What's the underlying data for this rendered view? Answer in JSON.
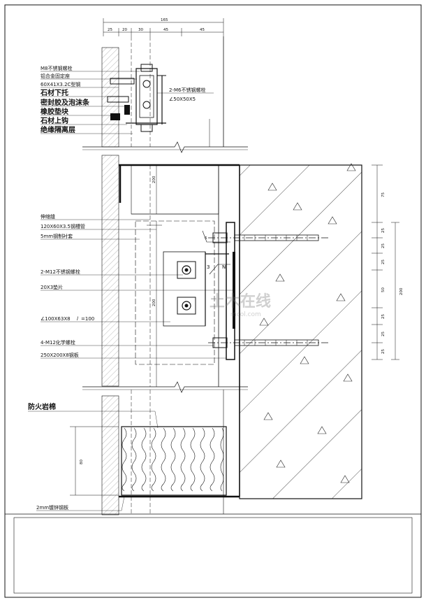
{
  "drawing": {
    "top_dims": {
      "total": "165",
      "segments": [
        "25",
        "20",
        "30",
        "45",
        "45"
      ]
    },
    "upper_labels": [
      {
        "text": "M8不锈钢螺栓",
        "bold": false
      },
      {
        "text": "铝合金固定座",
        "bold": false
      },
      {
        "text": "60X41X3.2C型钢",
        "bold": false
      },
      {
        "text": "石材下托",
        "bold": true
      },
      {
        "text": "密封胶及泡沫条",
        "bold": true
      },
      {
        "text": "橡胶垫块",
        "bold": true
      },
      {
        "text": "石材上钩",
        "bold": true
      },
      {
        "text": "绝缘隔离层",
        "bold": true
      }
    ],
    "upper_right_labels": [
      "2-M6不锈钢螺栓",
      "∠50X50X5"
    ],
    "middle_labels": [
      "伸缩缝",
      "120X60X3.5钢槽管",
      "5mm钢制衬套",
      "2-M12不锈钢螺栓",
      "20X3垫片",
      "∠100X63X8",
      "4-M12化学螺栓",
      "250X200X8钢板"
    ],
    "middle_extra": {
      "length_prefix": "l",
      "length_value": "=100"
    },
    "weld_labels": {
      "top": "3",
      "right": "N",
      "small": "6"
    },
    "left_dims": {
      "upper": "200",
      "lower": "200",
      "bottom": "80"
    },
    "right_dims": {
      "top": "75",
      "segments": [
        "25",
        "25",
        "25",
        "50",
        "25",
        "25",
        "25"
      ],
      "total": "200"
    },
    "bottom_labels": {
      "insulation": "防火岩棉",
      "plate": "2mm镀锌钢板"
    },
    "watermark": {
      "cn": "土木在线",
      "en": "mcol.com"
    }
  }
}
